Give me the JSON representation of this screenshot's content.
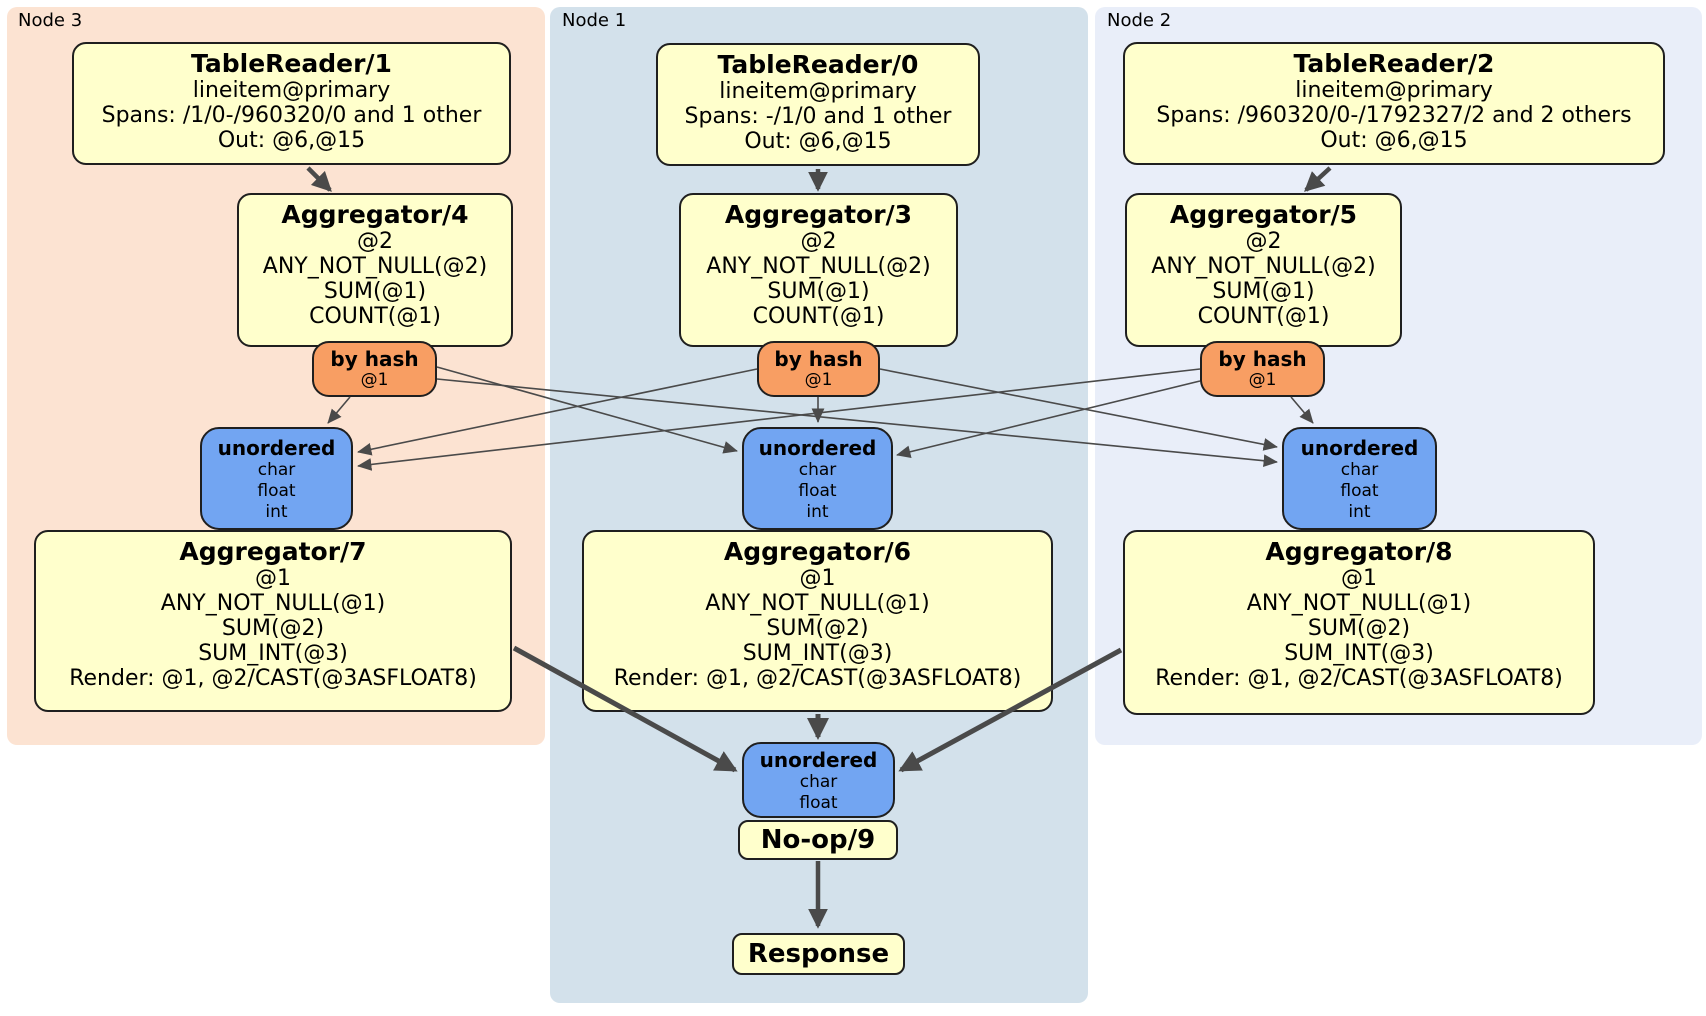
{
  "diagram_type": "distributed SQL physical plan",
  "colors": {
    "node3_bg": "#fce3d2",
    "node1_bg": "#d3e1eb",
    "node2_bg": "#e9eef9",
    "processor_box_bg": "#ffffcc",
    "hash_router_bg": "#f89e63",
    "sync_bg": "#72a5f2",
    "edge": "#4a4a4a",
    "text": "#000000"
  },
  "nodes": [
    {
      "label": "Node 3",
      "table_reader": {
        "title": "TableReader/1",
        "lines": [
          "lineitem@primary",
          "Spans: /1/0-/960320/0 and 1 other",
          "Out: @6,@15"
        ]
      },
      "pre_aggregator": {
        "title": "Aggregator/4",
        "lines": [
          "@2",
          "ANY_NOT_NULL(@2)",
          "SUM(@1)",
          "COUNT(@1)"
        ]
      },
      "hash_router": {
        "title": "by hash",
        "lines": [
          "@1"
        ]
      },
      "sync": {
        "title": "unordered",
        "lines": [
          "char",
          "float",
          "int"
        ]
      },
      "final_aggregator": {
        "title": "Aggregator/7",
        "lines": [
          "@1",
          "ANY_NOT_NULL(@1)",
          "SUM(@2)",
          "SUM_INT(@3)",
          "Render: @1, @2/CAST(@3ASFLOAT8)"
        ]
      }
    },
    {
      "label": "Node 1",
      "table_reader": {
        "title": "TableReader/0",
        "lines": [
          "lineitem@primary",
          "Spans: -/1/0 and 1 other",
          "Out: @6,@15"
        ]
      },
      "pre_aggregator": {
        "title": "Aggregator/3",
        "lines": [
          "@2",
          "ANY_NOT_NULL(@2)",
          "SUM(@1)",
          "COUNT(@1)"
        ]
      },
      "hash_router": {
        "title": "by hash",
        "lines": [
          "@1"
        ]
      },
      "sync": {
        "title": "unordered",
        "lines": [
          "char",
          "float",
          "int"
        ]
      },
      "final_aggregator": {
        "title": "Aggregator/6",
        "lines": [
          "@1",
          "ANY_NOT_NULL(@1)",
          "SUM(@2)",
          "SUM_INT(@3)",
          "Render: @1, @2/CAST(@3ASFLOAT8)"
        ]
      }
    },
    {
      "label": "Node 2",
      "table_reader": {
        "title": "TableReader/2",
        "lines": [
          "lineitem@primary",
          "Spans: /960320/0-/1792327/2 and 2 others",
          "Out: @6,@15"
        ]
      },
      "pre_aggregator": {
        "title": "Aggregator/5",
        "lines": [
          "@2",
          "ANY_NOT_NULL(@2)",
          "SUM(@1)",
          "COUNT(@1)"
        ]
      },
      "hash_router": {
        "title": "by hash",
        "lines": [
          "@1"
        ]
      },
      "sync": {
        "title": "unordered",
        "lines": [
          "char",
          "float",
          "int"
        ]
      },
      "final_aggregator": {
        "title": "Aggregator/8",
        "lines": [
          "@1",
          "ANY_NOT_NULL(@1)",
          "SUM(@2)",
          "SUM_INT(@3)",
          "Render: @1, @2/CAST(@3ASFLOAT8)"
        ]
      }
    }
  ],
  "output": {
    "sync": {
      "title": "unordered",
      "lines": [
        "char",
        "float"
      ]
    },
    "noop": {
      "title": "No-op/9"
    },
    "response": {
      "title": "Response"
    }
  },
  "edges": [
    {
      "from": "TableReader/1",
      "to": "Aggregator/4"
    },
    {
      "from": "TableReader/0",
      "to": "Aggregator/3"
    },
    {
      "from": "TableReader/2",
      "to": "Aggregator/5"
    },
    {
      "from": "Node 3 by hash router",
      "to": "Node 3 unordered sync"
    },
    {
      "from": "Node 3 by hash router",
      "to": "Node 1 unordered sync"
    },
    {
      "from": "Node 3 by hash router",
      "to": "Node 2 unordered sync"
    },
    {
      "from": "Node 1 by hash router",
      "to": "Node 1 unordered sync"
    },
    {
      "from": "Node 1 by hash router",
      "to": "Node 3 unordered sync"
    },
    {
      "from": "Node 1 by hash router",
      "to": "Node 2 unordered sync"
    },
    {
      "from": "Node 2 by hash router",
      "to": "Node 2 unordered sync"
    },
    {
      "from": "Node 2 by hash router",
      "to": "Node 3 unordered sync"
    },
    {
      "from": "Node 2 by hash router",
      "to": "Node 1 unordered sync"
    },
    {
      "from": "Aggregator/7",
      "to": "output unordered sync"
    },
    {
      "from": "Aggregator/6",
      "to": "output unordered sync"
    },
    {
      "from": "Aggregator/8",
      "to": "output unordered sync"
    },
    {
      "from": "No-op/9",
      "to": "Response"
    }
  ]
}
